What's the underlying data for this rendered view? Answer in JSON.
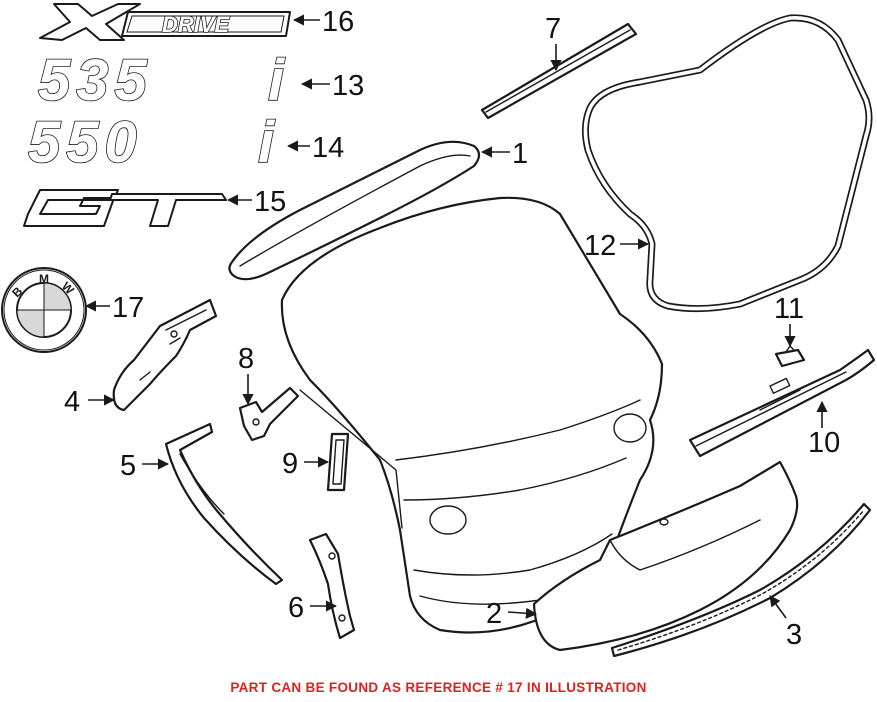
{
  "emblems": {
    "xdrive_x": "X",
    "xdrive_word": "DRIVE",
    "model_535": "535",
    "model_550": "550",
    "model_i": "i",
    "gt": "GT",
    "bmw_letters": [
      "B",
      "M",
      "W"
    ]
  },
  "callouts": {
    "c1": "1",
    "c2": "2",
    "c3": "3",
    "c4": "4",
    "c5": "5",
    "c6": "6",
    "c7": "7",
    "c8": "8",
    "c9": "9",
    "c10": "10",
    "c11": "11",
    "c12": "12",
    "c13": "13",
    "c14": "14",
    "c15": "15",
    "c16": "16",
    "c17": "17"
  },
  "footer": {
    "note": "PART CAN BE FOUND AS REFERENCE # 17 IN ILLUSTRATION",
    "note_color": "#e02020"
  }
}
